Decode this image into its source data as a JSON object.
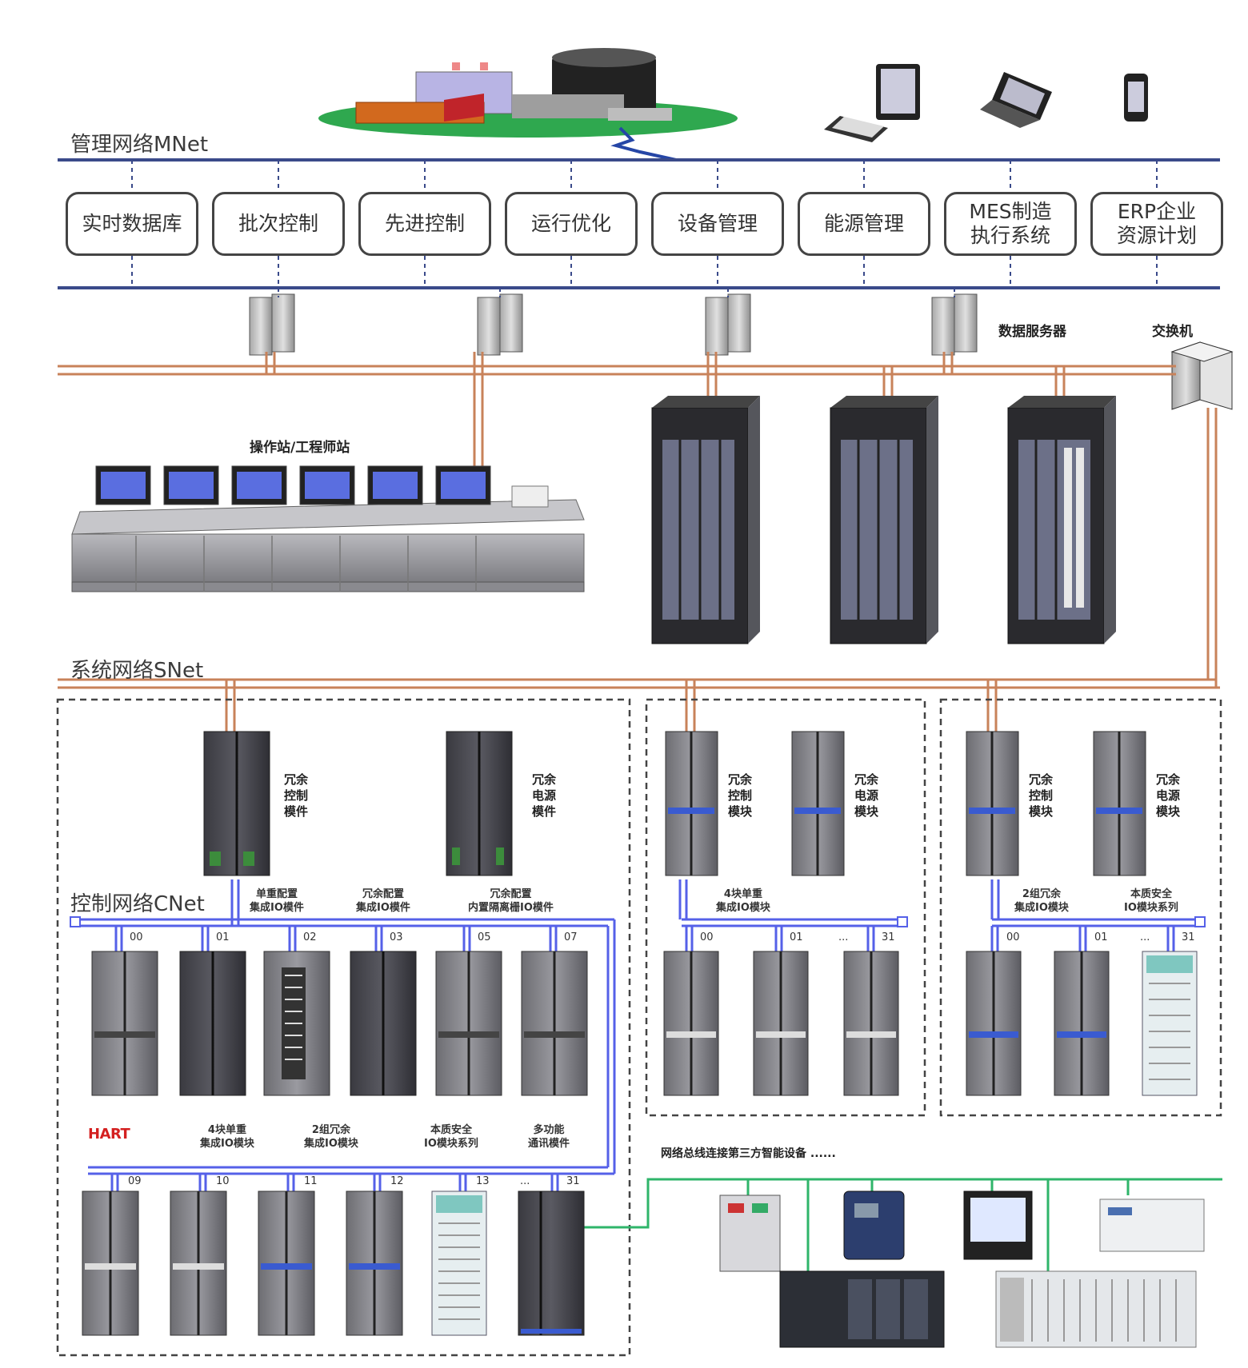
{
  "networks": {
    "mnet": "管理网络MNet",
    "snet": "系统网络SNet",
    "cnet": "控制网络CNet"
  },
  "apps": [
    "实时数据库",
    "批次控制",
    "先进控制",
    "运行优化",
    "设备管理",
    "能源管理",
    "MES制造\n执行系统",
    "ERP企业\n资源计划"
  ],
  "labels": {
    "data_server": "数据服务器",
    "switch": "交换机",
    "operator_station": "操作站/工程师站",
    "fieldbus_devices": "网络总线连接第三方智能设备 ......",
    "hart_logo": "HART"
  },
  "controller_labels": {
    "redundant_control": "冗余\n控制\n模件",
    "redundant_power": "冗余\n电源\n模件",
    "redundant_control_blk": "冗余\n控制\n模块",
    "redundant_power_blk": "冗余\n电源\n模块"
  },
  "io_groups": {
    "g1": "单重配置\n集成IO模件",
    "g2": "冗余配置\n集成IO模件",
    "g3": "冗余配置\n内置隔离栅IO模件",
    "g4": "4块单重\n集成IO模块",
    "g5": "2组冗余\n集成IO模块",
    "g6": "本质安全\nIO模块系列",
    "g7": "多功能\n通讯模件",
    "g8": "4块单重\n集成IO模块",
    "g9": "2组冗余\n集成IO模块",
    "g10": "本质安全\nIO模块系列"
  },
  "slots": {
    "row1": [
      "00",
      "01",
      "02",
      "03",
      "05",
      "07"
    ],
    "row2": [
      "09",
      "10",
      "11",
      "12",
      "13",
      "...",
      "31"
    ],
    "mid": [
      "00",
      "01",
      "...",
      "31"
    ],
    "right": [
      "00",
      "01",
      "...",
      "31"
    ]
  },
  "colors": {
    "mnet": "#3a4a8a",
    "snet": "#c8825a",
    "cnet": "#5560e8",
    "fieldbus": "#2fb56a",
    "dashed": "#444444"
  }
}
